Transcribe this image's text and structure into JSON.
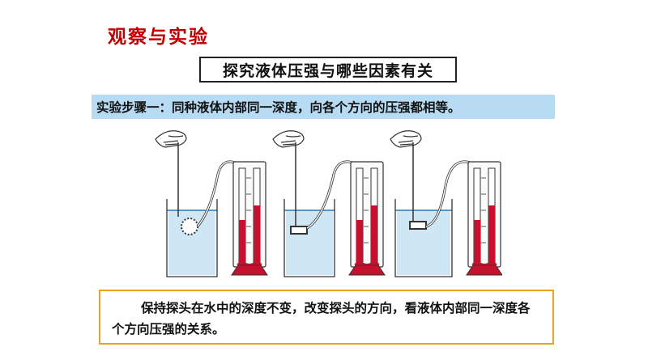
{
  "slide": {
    "section_title": "观察与实验",
    "topic": "探究液体压强与哪些因素有关",
    "step_text": "实验步骤一：同种液体内部同一深度，向各个方向的压强都相等。",
    "note": "保持探头在水中的深度不变，改变探头的方向，看液体内部同一深度各个方向压强的关系。"
  },
  "apparatus": {
    "setups": [
      {
        "probe_direction": "side",
        "icon": "pressure-gauge-setup"
      },
      {
        "probe_direction": "down",
        "icon": "pressure-gauge-setup"
      },
      {
        "probe_direction": "up",
        "icon": "pressure-gauge-setup"
      }
    ],
    "colors": {
      "liquid": "#c8102e",
      "water": "#cfe6f5",
      "base": "#c8102e"
    }
  },
  "colors": {
    "title": "#c00000",
    "banner": "#b7dbf2",
    "note_border": "#f0a020"
  }
}
